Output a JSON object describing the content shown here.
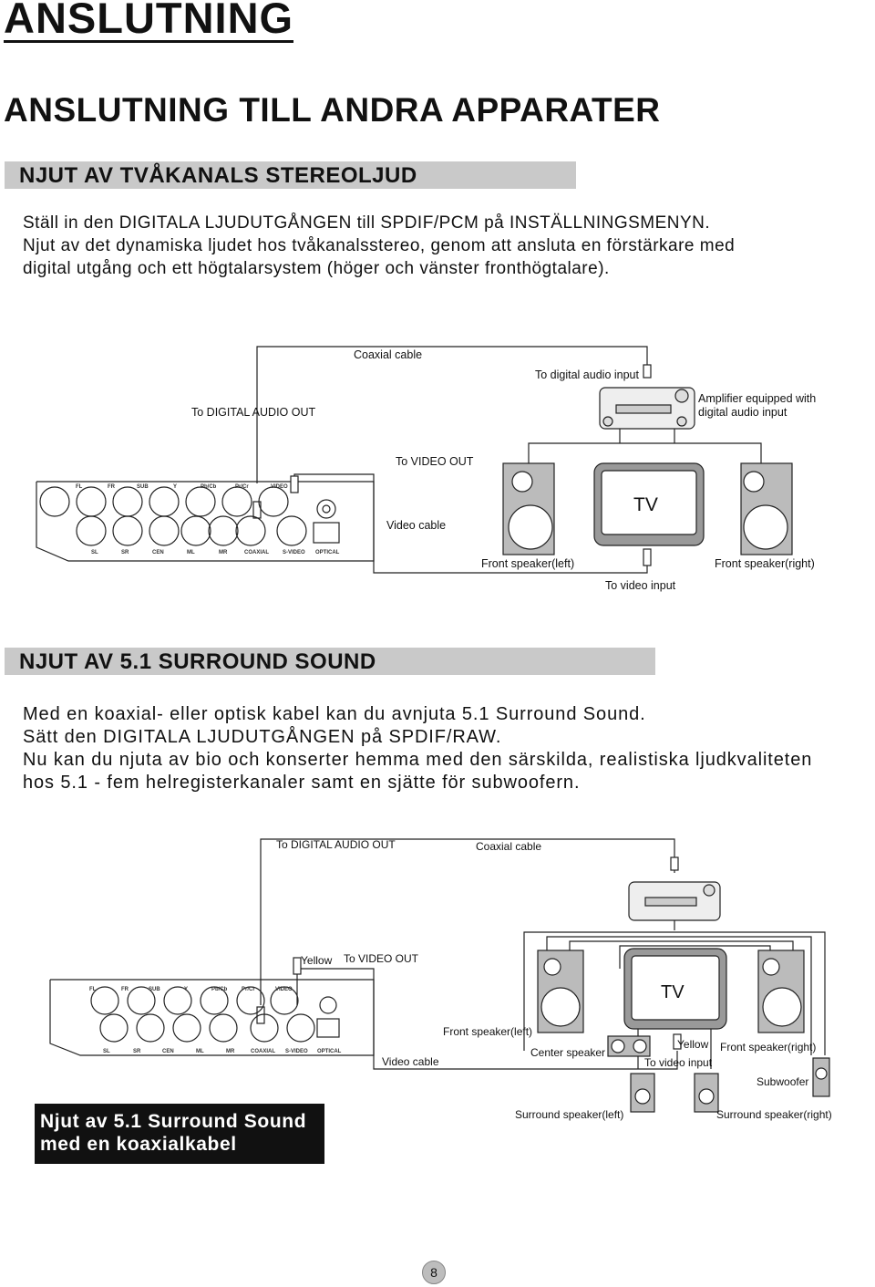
{
  "header": {
    "title": "ANSLUTNING",
    "subtitle": "ANSLUTNING TILL ANDRA APPARATER"
  },
  "section1": {
    "heading": "NJUT AV TVÅKANALS STEREOLJUD",
    "lines": [
      "Ställ in den DIGITALA LJUDUTGÅNGEN till SPDIF/PCM på INSTÄLLNINGSMENYN.",
      "Njut av det dynamiska ljudet hos tvåkanalsstereo, genom att ansluta en förstärkare med",
      "digital utgång och ett högtalarsystem (höger och vänster fronthögtalare)."
    ]
  },
  "diagram1": {
    "coaxial_cable": "Coaxial cable",
    "to_digital_audio_input": "To digital audio input",
    "amplifier_line1": "Amplifier equipped with",
    "amplifier_line2": "digital audio input",
    "to_digital_audio_out": "To DIGITAL AUDIO OUT",
    "to_video_out": "To VIDEO OUT",
    "tv": "TV",
    "video_cable": "Video cable",
    "front_left": "Front speaker(left)",
    "front_right": "Front speaker(right)",
    "to_video_input": "To video input"
  },
  "panel_labels": {
    "top": [
      "FL",
      "FR",
      "SUB",
      "Y",
      "Pb/Cb",
      "Pr/Cr",
      "VIDEO"
    ],
    "bottom": [
      "SL",
      "SR",
      "CEN",
      "ML",
      "MR",
      "COAXIAL",
      "S-VIDEO",
      "OPTICAL"
    ]
  },
  "section2": {
    "heading": "NJUT AV 5.1 SURROUND SOUND",
    "lines": [
      "Med en koaxial- eller optisk kabel kan du avnjuta 5.1 Surround Sound.",
      "Sätt den DIGITALA LJUDUTGÅNGEN på SPDIF/RAW.",
      "Nu kan du njuta av bio och konserter hemma med den särskilda, realistiska ljudkvaliteten",
      "hos 5.1 - fem helregisterkanaler samt en sjätte för subwoofern."
    ]
  },
  "diagram2": {
    "to_digital_audio_out": "To DIGITAL AUDIO OUT",
    "coaxial_cable": "Coaxial cable",
    "yellow": "Yellow",
    "to_video_out": "To VIDEO OUT",
    "tv": "TV",
    "front_left": "Front speaker(left)",
    "center": "Center speaker",
    "yellow2": "Yellow",
    "front_right": "Front speaker(right)",
    "video_cable": "Video cable",
    "to_video_input": "To video input",
    "subwoofer": "Subwoofer",
    "surround_left": "Surround speaker(left)",
    "surround_right": "Surround speaker(right)"
  },
  "caption": {
    "line1": "Njut av 5.1 Surround Sound",
    "line2": "med en koaxialkabel"
  },
  "footer": {
    "page": "8"
  }
}
